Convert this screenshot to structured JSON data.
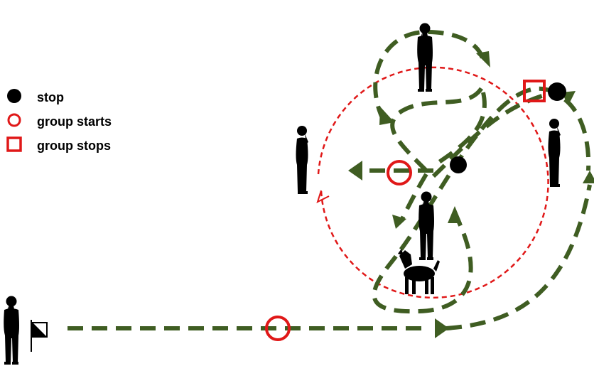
{
  "legend": [
    {
      "symbol": "filled-black-circle",
      "label": "stop"
    },
    {
      "symbol": "open-red-circle",
      "label": "group starts"
    },
    {
      "symbol": "open-red-square",
      "label": "group stops"
    }
  ],
  "colors": {
    "path_green": "#3f5d22",
    "guide_red": "#e01818",
    "marker_red": "#e01818",
    "stop_black": "#000000"
  },
  "icons": {
    "handler": "person-silhouette-icon",
    "dog": "dog-silhouette-icon",
    "flag": "flag-icon"
  }
}
